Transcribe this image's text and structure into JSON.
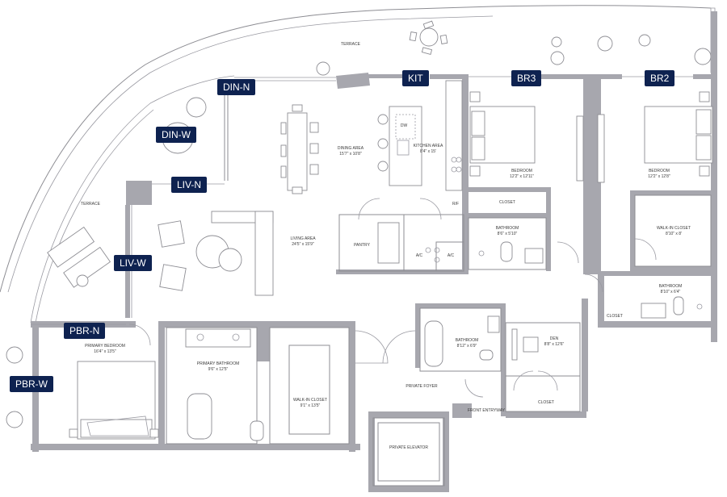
{
  "markers": [
    {
      "id": "din-n",
      "label": "DIN-N"
    },
    {
      "id": "din-w",
      "label": "DIN-W"
    },
    {
      "id": "liv-n",
      "label": "LIV-N"
    },
    {
      "id": "liv-w",
      "label": "LIV-W"
    },
    {
      "id": "pbr-n",
      "label": "PBR-N"
    },
    {
      "id": "pbr-w",
      "label": "PBR-W"
    },
    {
      "id": "kit",
      "label": "KIT"
    },
    {
      "id": "br3",
      "label": "BR3"
    },
    {
      "id": "br2",
      "label": "BR2"
    }
  ],
  "rooms": {
    "terrace_top": {
      "name": "TERRACE"
    },
    "terrace_left": {
      "name": "TERRACE"
    },
    "dining": {
      "name": "DINING AREA",
      "dims": "15'7\" x 10'8\""
    },
    "kitchen": {
      "name": "KITCHEN AREA",
      "dims": "8'4\" x 15'"
    },
    "dw": {
      "name": "DW"
    },
    "rf": {
      "name": "R/F"
    },
    "pantry": {
      "name": "PANTRY"
    },
    "ac1": {
      "name": "A/C"
    },
    "ac2": {
      "name": "A/C"
    },
    "living": {
      "name": "LIVING AREA",
      "dims": "24'5\" x 15'9\""
    },
    "bedroom3": {
      "name": "BEDROOM",
      "dims": "12'2\" x 12'11\""
    },
    "closet3": {
      "name": "CLOSET"
    },
    "bathroom3": {
      "name": "BATHROOM",
      "dims": "8'6\" x 5'10\""
    },
    "bedroom2": {
      "name": "BEDROOM",
      "dims": "12'2\" x 12'8\""
    },
    "walkin2": {
      "name": "WALK-IN CLOSET",
      "dims": "8'10\" x 8'"
    },
    "bathroom2": {
      "name": "BATHROOM",
      "dims": "8'10\" x 6'4\""
    },
    "closet2": {
      "name": "CLOSET"
    },
    "primary_bedroom": {
      "name": "PRIMARY BEDROOM",
      "dims": "16'4\" x 13'5\""
    },
    "primary_bathroom": {
      "name": "PRIMARY BATHROOM",
      "dims": "9'6\" x 12'5\""
    },
    "walkin_primary": {
      "name": "WALK-IN CLOSET",
      "dims": "9'1\" x 13'5\""
    },
    "bathroom_den": {
      "name": "BATHROOM",
      "dims": "8'12\" x 6'9\""
    },
    "den": {
      "name": "DEN",
      "dims": "8'8\" x 12'6\""
    },
    "closet_den": {
      "name": "CLOSET"
    },
    "foyer": {
      "name": "PRIVATE FOYER"
    },
    "front_entry": {
      "name": "FRONT ENTRYWAY"
    },
    "elevator": {
      "name": "PRIVATE ELEVATOR"
    }
  }
}
